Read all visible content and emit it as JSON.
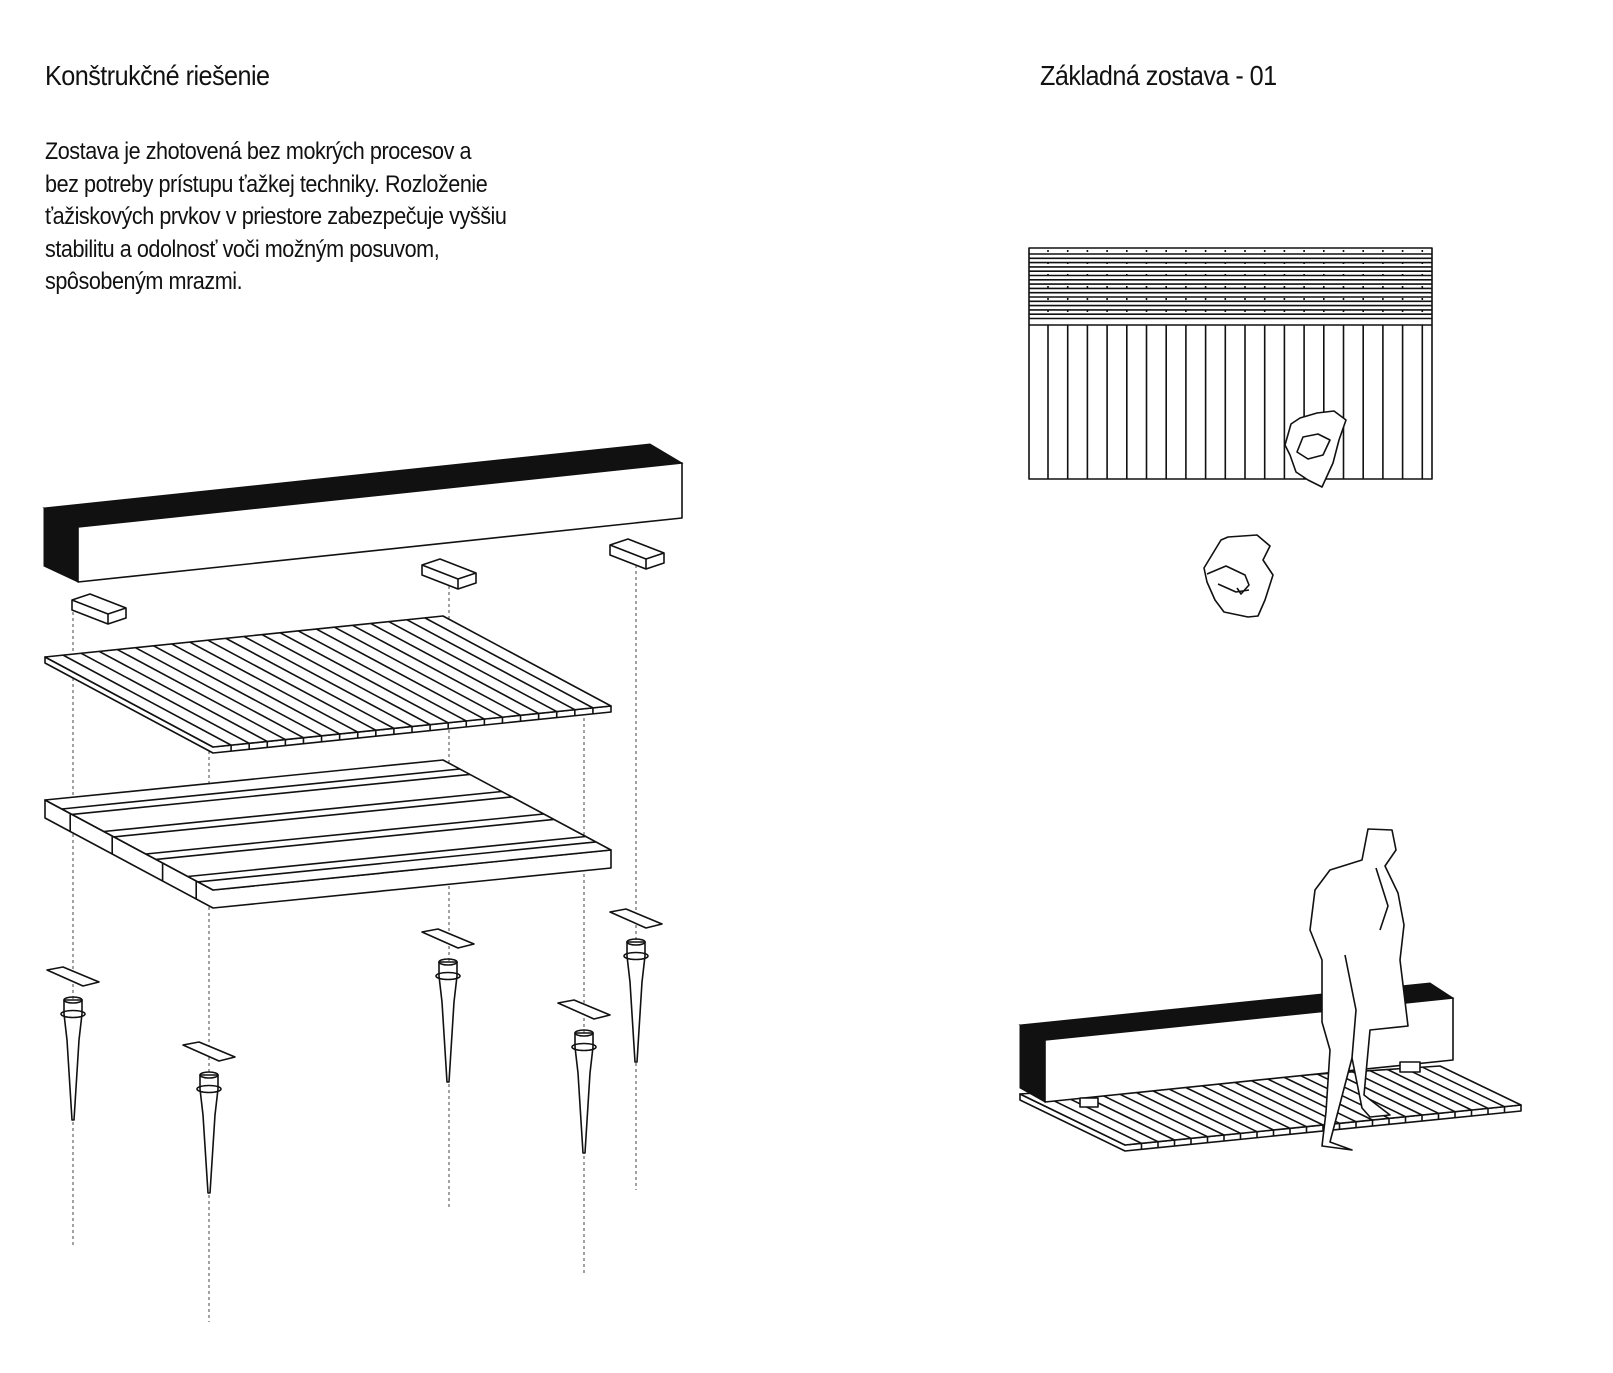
{
  "left_panel": {
    "title": "Konštrukčné riešenie",
    "description_lines": [
      "Zostava je zhotovená bez mokrých procesov a",
      "bez potreby prístupu ťažkej techniky. Rozloženie",
      "ťažiskových prvkov v priestore zabezpečuje vyššiu",
      "stabilitu a odolnosť voči možným posuvom,",
      "spôsobeným mrazmi."
    ]
  },
  "right_panel": {
    "title": "Základná zostava - 01"
  },
  "colors": {
    "ink": "#111111",
    "background": "#ffffff"
  }
}
